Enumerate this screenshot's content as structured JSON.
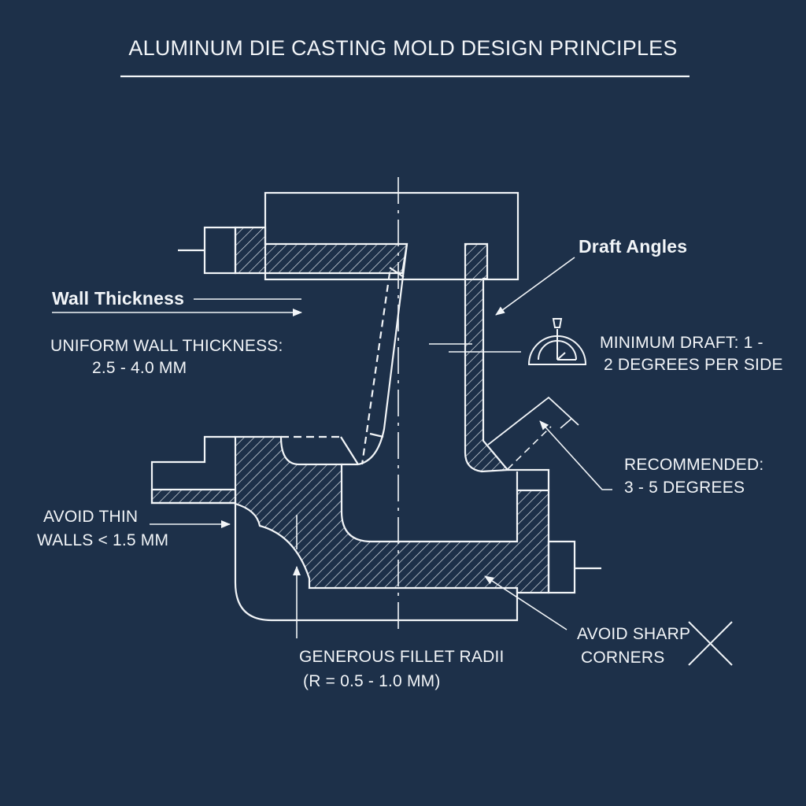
{
  "title": "ALUMINUM DIE CASTING MOLD DESIGN PRINCIPLES",
  "annotations": {
    "wall_thickness": {
      "heading": "Wall Thickness",
      "line1": "UNIFORM WALL THICKNESS:",
      "line2": "2.5 - 4.0 MM"
    },
    "draft_angles": {
      "heading": "Draft Angles",
      "line1": "MINIMUM DRAFT: 1 -",
      "line2": "2 DEGREES PER SIDE"
    },
    "recommended": {
      "line1": "RECOMMENDED:",
      "line2": "3 - 5 DEGREES"
    },
    "thin_walls": {
      "line1": "AVOID THIN",
      "line2": "WALLS < 1.5 MM"
    },
    "fillet": {
      "line1": "GENEROUS FILLET RADII",
      "line2": "(R = 0.5 - 1.0 MM)"
    },
    "sharp_corners": {
      "line1": "AVOID SHARP",
      "line2": "CORNERS"
    }
  },
  "colors": {
    "background": "#1d3049",
    "line": "#f2f5f8"
  }
}
